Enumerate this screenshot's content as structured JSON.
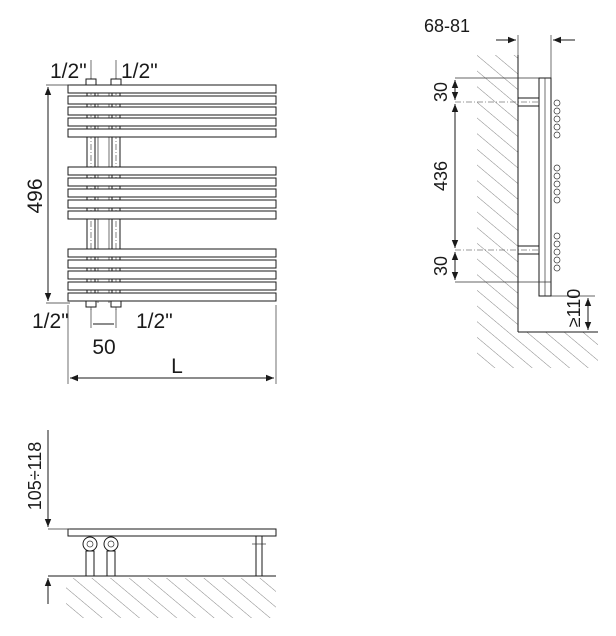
{
  "front_view": {
    "top_left_connection": "1/2\"",
    "top_right_connection": "1/2\"",
    "bottom_left_connection": "1/2\"",
    "bottom_right_connection": "1/2\"",
    "height": "496",
    "pipe_spacing": "50",
    "width": "L"
  },
  "side_view": {
    "wall_distance": "68-81",
    "top_offset": "30",
    "bracket_spacing": "436",
    "bottom_offset": "30",
    "floor_clearance": "≥110"
  },
  "top_view": {
    "depth_range": "105÷118"
  }
}
